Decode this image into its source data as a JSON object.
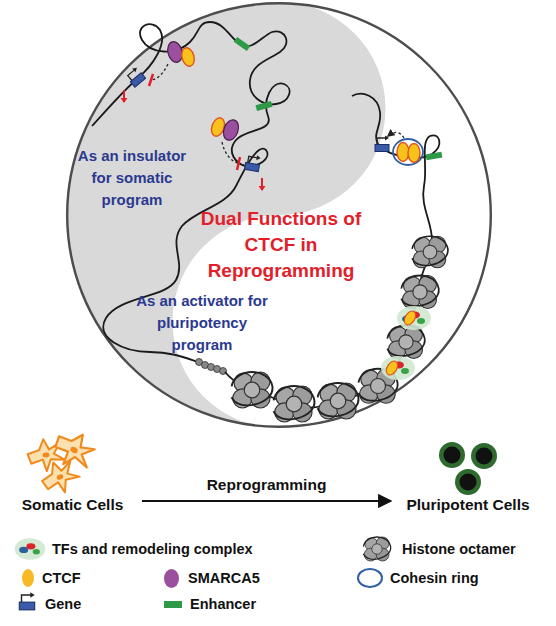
{
  "diagram": {
    "nodes": [
      {
        "text": [
          "As an insulator for somatic program",
          "Dual Functions of CTCF in Reprogramming",
          "As an activator for pluripotency program"
        ]
      },
      {
        "text": [
          "Somatic Cells"
        ]
      },
      {
        "text": [
          "Pluripotent Cells"
        ]
      }
    ],
    "edges": [
      {
        "from": 1,
        "to": 2,
        "arrow": "to",
        "label": "Reprogramming"
      }
    ],
    "legend": [
      {
        "text": "TFs and remodeling complex"
      },
      {
        "text": "Histone octamer"
      },
      {
        "text": "CTCF",
        "color": "#f7b924"
      },
      {
        "text": "SMARCA5",
        "color": "#9b4f9f"
      },
      {
        "text": "Cohesin ring"
      },
      {
        "text": "Gene"
      },
      {
        "text": "Enhancer",
        "color": "#2e9a47"
      }
    ]
  }
}
